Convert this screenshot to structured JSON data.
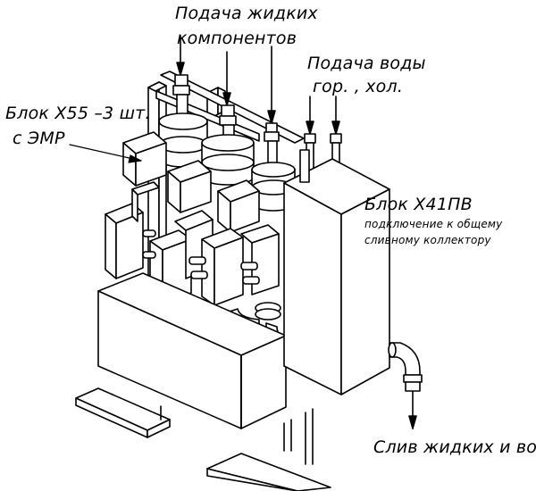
{
  "labels": {
    "liquid_feed_line1": "Подача жидких",
    "liquid_feed_line2": "компонентов",
    "water_feed_line1": "Подача воды",
    "water_feed_line2": "гор. , хол.",
    "block_x55_line1": "Блок X55 –3 шт.",
    "block_x55_line2": "с ЭМР",
    "block_x41_title": "Блок X41ПВ",
    "block_x41_note1": "подключение к общему",
    "block_x41_note2": "сливному коллектору",
    "drain": "Слив жидких и воды"
  },
  "colors": {
    "ink": "#000000",
    "paper": "#ffffff"
  }
}
